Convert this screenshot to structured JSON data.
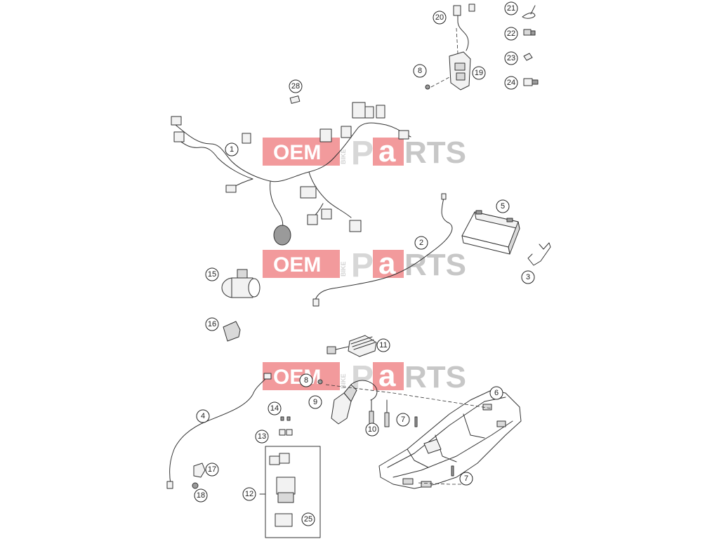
{
  "watermark": {
    "oem": "OEM",
    "bike": "BIKE",
    "p": "P",
    "a": "a",
    "rts": "RTS"
  },
  "callouts": [
    {
      "id": "c1",
      "label": "1"
    },
    {
      "id": "c2",
      "label": "2"
    },
    {
      "id": "c3",
      "label": "3"
    },
    {
      "id": "c4",
      "label": "4"
    },
    {
      "id": "c5",
      "label": "5"
    },
    {
      "id": "c6",
      "label": "6"
    },
    {
      "id": "c7a",
      "label": "7"
    },
    {
      "id": "c7b",
      "label": "7"
    },
    {
      "id": "c8a",
      "label": "8"
    },
    {
      "id": "c8b",
      "label": "8"
    },
    {
      "id": "c9",
      "label": "9"
    },
    {
      "id": "c10",
      "label": "10"
    },
    {
      "id": "c11",
      "label": "11"
    },
    {
      "id": "c12",
      "label": "12"
    },
    {
      "id": "c13",
      "label": "13"
    },
    {
      "id": "c14",
      "label": "14"
    },
    {
      "id": "c15",
      "label": "15"
    },
    {
      "id": "c16",
      "label": "16"
    },
    {
      "id": "c17",
      "label": "17"
    },
    {
      "id": "c18",
      "label": "18"
    },
    {
      "id": "c19",
      "label": "19"
    },
    {
      "id": "c20",
      "label": "20"
    },
    {
      "id": "c21",
      "label": "21"
    },
    {
      "id": "c22",
      "label": "22"
    },
    {
      "id": "c23",
      "label": "23"
    },
    {
      "id": "c24",
      "label": "24"
    },
    {
      "id": "c25",
      "label": "25"
    },
    {
      "id": "c28",
      "label": "28"
    }
  ]
}
